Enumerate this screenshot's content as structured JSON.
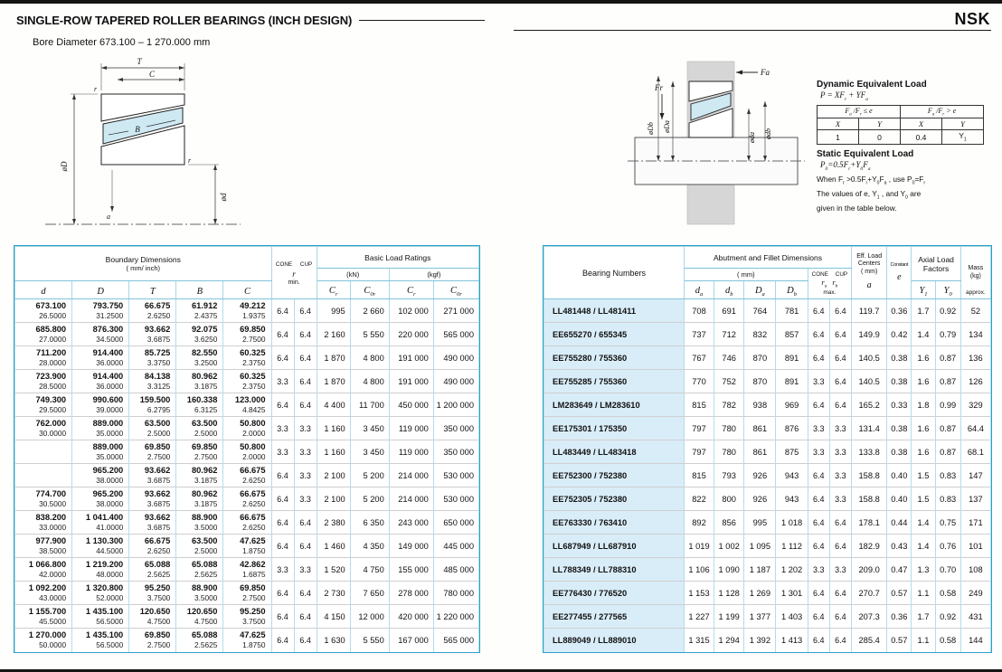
{
  "header": {
    "title": "SINGLE-ROW TAPERED ROLLER BEARINGS (INCH DESIGN)",
    "subtitle": "Bore Diameter 673.100 – 1 270.000 mm",
    "logo": "NSK"
  },
  "equiv": {
    "dynamic_title": "Dynamic Equivalent Load",
    "dynamic_formula": [
      [
        "P = XF",
        "r"
      ],
      [
        " + YF",
        "a"
      ]
    ],
    "cond_le": [
      [
        "F",
        "a"
      ],
      [
        " /F",
        "r"
      ],
      [
        "  ≤ e",
        ""
      ]
    ],
    "cond_gt": [
      [
        "F",
        "a"
      ],
      [
        " /F",
        "r"
      ],
      [
        "  > e",
        ""
      ]
    ],
    "xy": [
      "X",
      "Y",
      "X",
      "Y"
    ],
    "vals": [
      [
        [
          "1",
          ""
        ]
      ],
      [
        [
          "0",
          ""
        ]
      ],
      [
        [
          "0.4",
          ""
        ]
      ],
      [
        [
          "Y",
          "1"
        ]
      ]
    ],
    "static_title": "Static Equivalent Load",
    "static_formula": [
      [
        "P",
        "0"
      ],
      [
        "=0.5F",
        "r"
      ],
      [
        "+Y",
        "0"
      ],
      [
        "F",
        "a"
      ]
    ],
    "note1": [
      [
        "When F",
        "r"
      ],
      [
        " >0.5F",
        "r"
      ],
      [
        "+Y",
        "0"
      ],
      [
        "F",
        "a"
      ],
      [
        " , use P",
        "0"
      ],
      [
        "=F",
        "r"
      ]
    ],
    "note2": [
      [
        "The values of e, Y",
        "1"
      ],
      [
        " , and Y",
        "0"
      ],
      [
        " are",
        ""
      ]
    ],
    "note3": [
      [
        "given in the table below.",
        ""
      ]
    ]
  },
  "diagram_left": {
    "labels": {
      "T": "T",
      "C": "C",
      "B": "B",
      "r1": "r",
      "r2": "r",
      "D": "øD",
      "d": "ød",
      "a": "a"
    }
  },
  "diagram_right": {
    "labels": {
      "Fa": "Fa",
      "Fr": "Fr",
      "Da": "øDa",
      "Db": "øDb",
      "da": "øda",
      "db": "ødb"
    }
  },
  "left_table": {
    "group1": "Boundary Dimensions",
    "group1_unit": "( mm/ inch)",
    "cone": "CONE",
    "cup": "CUP",
    "r_label": "r",
    "min_label": "min.",
    "group2": "Basic Load Ratings",
    "unit_kn": "(kN)",
    "unit_kgf": "(kgf)",
    "cols": [
      "d",
      "D",
      "T",
      "B",
      "C"
    ],
    "rating_cols": [
      [
        [
          "C",
          "r"
        ]
      ],
      [
        [
          "C",
          "0r"
        ]
      ],
      [
        [
          "C",
          "r"
        ]
      ],
      [
        [
          "C",
          "0r"
        ]
      ]
    ],
    "rows": [
      {
        "d": [
          "673.100",
          "26.5000"
        ],
        "D": [
          "793.750",
          "31.2500"
        ],
        "T": [
          "66.675",
          "2.6250"
        ],
        "B": [
          "61.912",
          "2.4375"
        ],
        "C": [
          "49.212",
          "1.9375"
        ],
        "cone": "6.4",
        "cup": "6.4",
        "kn": [
          "995",
          "2 660"
        ],
        "kgf": [
          "102 000",
          "271 000"
        ]
      },
      {
        "d": [
          "685.800",
          "27.0000"
        ],
        "D": [
          "876.300",
          "34.5000"
        ],
        "T": [
          "93.662",
          "3.6875"
        ],
        "B": [
          "92.075",
          "3.6250"
        ],
        "C": [
          "69.850",
          "2.7500"
        ],
        "cone": "6.4",
        "cup": "6.4",
        "kn": [
          "2 160",
          "5 550"
        ],
        "kgf": [
          "220 000",
          "565 000"
        ]
      },
      {
        "d": [
          "711.200",
          "28.0000"
        ],
        "D": [
          "914.400",
          "36.0000"
        ],
        "T": [
          "85.725",
          "3.3750"
        ],
        "B": [
          "82.550",
          "3.2500"
        ],
        "C": [
          "60.325",
          "2.3750"
        ],
        "cone": "6.4",
        "cup": "6.4",
        "kn": [
          "1 870",
          "4 800"
        ],
        "kgf": [
          "191 000",
          "490 000"
        ]
      },
      {
        "d": [
          "723.900",
          "28.5000"
        ],
        "D": [
          "914.400",
          "36.0000"
        ],
        "T": [
          "84.138",
          "3.3125"
        ],
        "B": [
          "80.962",
          "3.1875"
        ],
        "C": [
          "60.325",
          "2.3750"
        ],
        "cone": "3.3",
        "cup": "6.4",
        "kn": [
          "1 870",
          "4 800"
        ],
        "kgf": [
          "191 000",
          "490 000"
        ]
      },
      {
        "d": [
          "749.300",
          "29.5000"
        ],
        "D": [
          "990.600",
          "39.0000"
        ],
        "T": [
          "159.500",
          "6.2795"
        ],
        "B": [
          "160.338",
          "6.3125"
        ],
        "C": [
          "123.000",
          "4.8425"
        ],
        "cone": "6.4",
        "cup": "6.4",
        "kn": [
          "4 400",
          "11 700"
        ],
        "kgf": [
          "450 000",
          "1 200 000"
        ]
      },
      {
        "d": [
          "762.000",
          "30.0000"
        ],
        "D": [
          "889.000",
          "35.0000"
        ],
        "T": [
          "63.500",
          "2.5000"
        ],
        "B": [
          "63.500",
          "2.5000"
        ],
        "C": [
          "50.800",
          "2.0000"
        ],
        "cone": "3.3",
        "cup": "3.3",
        "kn": [
          "1 160",
          "3 450"
        ],
        "kgf": [
          "119 000",
          "350 000"
        ]
      },
      {
        "d": [
          "",
          ""
        ],
        "D": [
          "889.000",
          "35.0000"
        ],
        "T": [
          "69.850",
          "2.7500"
        ],
        "B": [
          "69.850",
          "2.7500"
        ],
        "C": [
          "50.800",
          "2.0000"
        ],
        "cone": "3.3",
        "cup": "3.3",
        "kn": [
          "1 160",
          "3 450"
        ],
        "kgf": [
          "119 000",
          "350 000"
        ]
      },
      {
        "d": [
          "",
          ""
        ],
        "D": [
          "965.200",
          "38.0000"
        ],
        "T": [
          "93.662",
          "3.6875"
        ],
        "B": [
          "80.962",
          "3.1875"
        ],
        "C": [
          "66.675",
          "2.6250"
        ],
        "cone": "6.4",
        "cup": "3.3",
        "kn": [
          "2 100",
          "5 200"
        ],
        "kgf": [
          "214 000",
          "530 000"
        ]
      },
      {
        "d": [
          "774.700",
          "30.5000"
        ],
        "D": [
          "965.200",
          "38.0000"
        ],
        "T": [
          "93.662",
          "3.6875"
        ],
        "B": [
          "80.962",
          "3.1875"
        ],
        "C": [
          "66.675",
          "2.6250"
        ],
        "cone": "6.4",
        "cup": "3.3",
        "kn": [
          "2 100",
          "5 200"
        ],
        "kgf": [
          "214 000",
          "530 000"
        ]
      },
      {
        "d": [
          "838.200",
          "33.0000"
        ],
        "D": [
          "1 041.400",
          "41.0000"
        ],
        "T": [
          "93.662",
          "3.6875"
        ],
        "B": [
          "88.900",
          "3.5000"
        ],
        "C": [
          "66.675",
          "2.6250"
        ],
        "cone": "6.4",
        "cup": "6.4",
        "kn": [
          "2 380",
          "6 350"
        ],
        "kgf": [
          "243 000",
          "650 000"
        ]
      },
      {
        "d": [
          "977.900",
          "38.5000"
        ],
        "D": [
          "1 130.300",
          "44.5000"
        ],
        "T": [
          "66.675",
          "2.6250"
        ],
        "B": [
          "63.500",
          "2.5000"
        ],
        "C": [
          "47.625",
          "1.8750"
        ],
        "cone": "6.4",
        "cup": "6.4",
        "kn": [
          "1 460",
          "4 350"
        ],
        "kgf": [
          "149 000",
          "445 000"
        ]
      },
      {
        "d": [
          "1 066.800",
          "42.0000"
        ],
        "D": [
          "1 219.200",
          "48.0000"
        ],
        "T": [
          "65.088",
          "2.5625"
        ],
        "B": [
          "65.088",
          "2.5625"
        ],
        "C": [
          "42.862",
          "1.6875"
        ],
        "cone": "3.3",
        "cup": "3.3",
        "kn": [
          "1 520",
          "4 750"
        ],
        "kgf": [
          "155 000",
          "485 000"
        ]
      },
      {
        "d": [
          "1 092.200",
          "43.0000"
        ],
        "D": [
          "1 320.800",
          "52.0000"
        ],
        "T": [
          "95.250",
          "3.7500"
        ],
        "B": [
          "88.900",
          "3.5000"
        ],
        "C": [
          "69.850",
          "2.7500"
        ],
        "cone": "6.4",
        "cup": "6.4",
        "kn": [
          "2 730",
          "7 650"
        ],
        "kgf": [
          "278 000",
          "780 000"
        ]
      },
      {
        "d": [
          "1 155.700",
          "45.5000"
        ],
        "D": [
          "1 435.100",
          "56.5000"
        ],
        "T": [
          "120.650",
          "4.7500"
        ],
        "B": [
          "120.650",
          "4.7500"
        ],
        "C": [
          "95.250",
          "3.7500"
        ],
        "cone": "6.4",
        "cup": "6.4",
        "kn": [
          "4 150",
          "12 000"
        ],
        "kgf": [
          "420 000",
          "1 220 000"
        ]
      },
      {
        "d": [
          "1 270.000",
          "50.0000"
        ],
        "D": [
          "1 435.100",
          "56.5000"
        ],
        "T": [
          "69.850",
          "2.7500"
        ],
        "B": [
          "65.088",
          "2.5625"
        ],
        "C": [
          "47.625",
          "1.8750"
        ],
        "cone": "6.4",
        "cup": "6.4",
        "kn": [
          "1 630",
          "5 550"
        ],
        "kgf": [
          "167 000",
          "565 000"
        ]
      }
    ]
  },
  "right_table": {
    "bearing_header": "Bearing Numbers",
    "group1": "Abutment  and  Fillet  Dimensions",
    "group1_unit": "( mm)",
    "dim_cols": [
      [
        [
          "d",
          "a"
        ]
      ],
      [
        [
          "d",
          "b"
        ]
      ],
      [
        [
          "D",
          "a"
        ]
      ],
      [
        [
          "D",
          "b"
        ]
      ]
    ],
    "cone": "CONE",
    "cup": "CUP",
    "r_labels": [
      [
        [
          "r",
          "a"
        ]
      ],
      [
        [
          "r",
          "b"
        ]
      ]
    ],
    "max_label": "max.",
    "eff_lines": [
      "Eff. Load",
      "Centers",
      "( mm)"
    ],
    "eff_letter": "a",
    "const_label": "Constant",
    "const_letter": "e",
    "axial_lines": [
      "Axial Load",
      "Factors"
    ],
    "axial_cols": [
      [
        [
          "Y",
          "1"
        ]
      ],
      [
        [
          "Y",
          "0"
        ]
      ]
    ],
    "mass_lines": [
      "Mass",
      "(kg)"
    ],
    "mass_approx": "approx.",
    "rows": [
      {
        "bearing": "LL481448 / LL481411",
        "dims": [
          "708",
          "691",
          "764",
          "781"
        ],
        "cone": "6.4",
        "cup": "6.4",
        "a": "119.7",
        "e": "0.36",
        "y1": "1.7",
        "y0": "0.92",
        "mass": "52"
      },
      {
        "bearing": "EE655270 / 655345",
        "dims": [
          "737",
          "712",
          "832",
          "857"
        ],
        "cone": "6.4",
        "cup": "6.4",
        "a": "149.9",
        "e": "0.42",
        "y1": "1.4",
        "y0": "0.79",
        "mass": "134"
      },
      {
        "bearing": "EE755280 / 755360",
        "dims": [
          "767",
          "746",
          "870",
          "891"
        ],
        "cone": "6.4",
        "cup": "6.4",
        "a": "140.5",
        "e": "0.38",
        "y1": "1.6",
        "y0": "0.87",
        "mass": "136"
      },
      {
        "bearing": "EE755285 / 755360",
        "dims": [
          "770",
          "752",
          "870",
          "891"
        ],
        "cone": "3.3",
        "cup": "6.4",
        "a": "140.5",
        "e": "0.38",
        "y1": "1.6",
        "y0": "0.87",
        "mass": "126"
      },
      {
        "bearing": "LM283649 / LM283610",
        "dims": [
          "815",
          "782",
          "938",
          "969"
        ],
        "cone": "6.4",
        "cup": "6.4",
        "a": "165.2",
        "e": "0.33",
        "y1": "1.8",
        "y0": "0.99",
        "mass": "329"
      },
      {
        "bearing": "EE175301 / 175350",
        "dims": [
          "797",
          "780",
          "861",
          "876"
        ],
        "cone": "3.3",
        "cup": "3.3",
        "a": "131.4",
        "e": "0.38",
        "y1": "1.6",
        "y0": "0.87",
        "mass": "64.4"
      },
      {
        "bearing": "LL483449 / LL483418",
        "dims": [
          "797",
          "780",
          "861",
          "875"
        ],
        "cone": "3.3",
        "cup": "3.3",
        "a": "133.8",
        "e": "0.38",
        "y1": "1.6",
        "y0": "0.87",
        "mass": "68.1"
      },
      {
        "bearing": "EE752300 / 752380",
        "dims": [
          "815",
          "793",
          "926",
          "943"
        ],
        "cone": "6.4",
        "cup": "3.3",
        "a": "158.8",
        "e": "0.40",
        "y1": "1.5",
        "y0": "0.83",
        "mass": "147"
      },
      {
        "bearing": "EE752305 / 752380",
        "dims": [
          "822",
          "800",
          "926",
          "943"
        ],
        "cone": "6.4",
        "cup": "3.3",
        "a": "158.8",
        "e": "0.40",
        "y1": "1.5",
        "y0": "0.83",
        "mass": "137"
      },
      {
        "bearing": "EE763330 / 763410",
        "dims": [
          "892",
          "856",
          "995",
          "1 018"
        ],
        "cone": "6.4",
        "cup": "6.4",
        "a": "178.1",
        "e": "0.44",
        "y1": "1.4",
        "y0": "0.75",
        "mass": "171"
      },
      {
        "bearing": "LL687949 / LL687910",
        "dims": [
          "1 019",
          "1 002",
          "1 095",
          "1 112"
        ],
        "cone": "6.4",
        "cup": "6.4",
        "a": "182.9",
        "e": "0.43",
        "y1": "1.4",
        "y0": "0.76",
        "mass": "101"
      },
      {
        "bearing": "LL788349 / LL788310",
        "dims": [
          "1 106",
          "1 090",
          "1 187",
          "1 202"
        ],
        "cone": "3.3",
        "cup": "3.3",
        "a": "209.0",
        "e": "0.47",
        "y1": "1.3",
        "y0": "0.70",
        "mass": "108"
      },
      {
        "bearing": "EE776430 / 776520",
        "dims": [
          "1 153",
          "1 128",
          "1 269",
          "1 301"
        ],
        "cone": "6.4",
        "cup": "6.4",
        "a": "270.7",
        "e": "0.57",
        "y1": "1.1",
        "y0": "0.58",
        "mass": "249"
      },
      {
        "bearing": "EE277455 / 277565",
        "dims": [
          "1 227",
          "1 199",
          "1 377",
          "1 403"
        ],
        "cone": "6.4",
        "cup": "6.4",
        "a": "207.3",
        "e": "0.36",
        "y1": "1.7",
        "y0": "0.92",
        "mass": "431"
      },
      {
        "bearing": "LL889049 / LL889010",
        "dims": [
          "1 315",
          "1 294",
          "1 392",
          "1 413"
        ],
        "cone": "6.4",
        "cup": "6.4",
        "a": "285.4",
        "e": "0.57",
        "y1": "1.1",
        "y0": "0.58",
        "mass": "144"
      }
    ]
  }
}
